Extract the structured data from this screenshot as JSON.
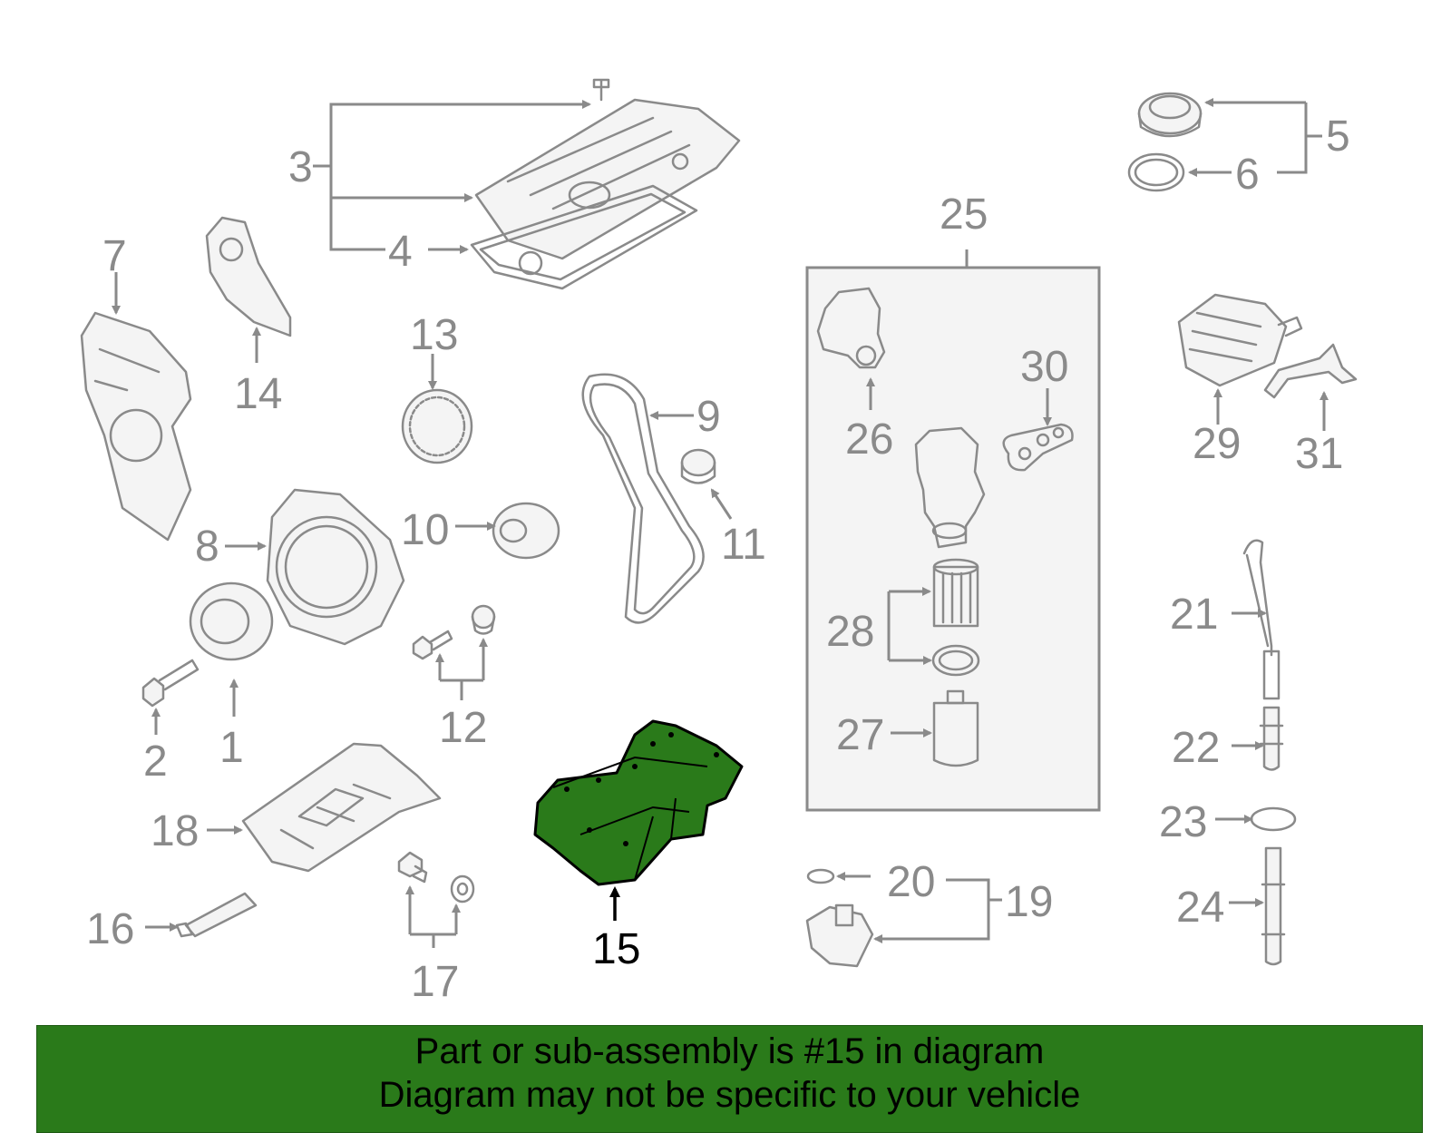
{
  "colors": {
    "highlight": "#2a7a1a",
    "banner": "#2a7a1a",
    "part_line": "#8a8a8a",
    "group_box": "#f4f4f4"
  },
  "callouts": {
    "c1": "1",
    "c2": "2",
    "c3": "3",
    "c4": "4",
    "c5": "5",
    "c6": "6",
    "c7": "7",
    "c8": "8",
    "c9": "9",
    "c10": "10",
    "c11": "11",
    "c12": "12",
    "c13": "13",
    "c14": "14",
    "c15": "15",
    "c16": "16",
    "c17": "17",
    "c18": "18",
    "c19": "19",
    "c20": "20",
    "c21": "21",
    "c22": "22",
    "c23": "23",
    "c24": "24",
    "c25": "25",
    "c26": "26",
    "c27": "27",
    "c28": "28",
    "c29": "29",
    "c30": "30",
    "c31": "31"
  },
  "highlighted_part": "15",
  "banner": {
    "line1": "Part or sub-assembly is #15 in diagram",
    "line2": "Diagram may not be specific to your vehicle"
  }
}
